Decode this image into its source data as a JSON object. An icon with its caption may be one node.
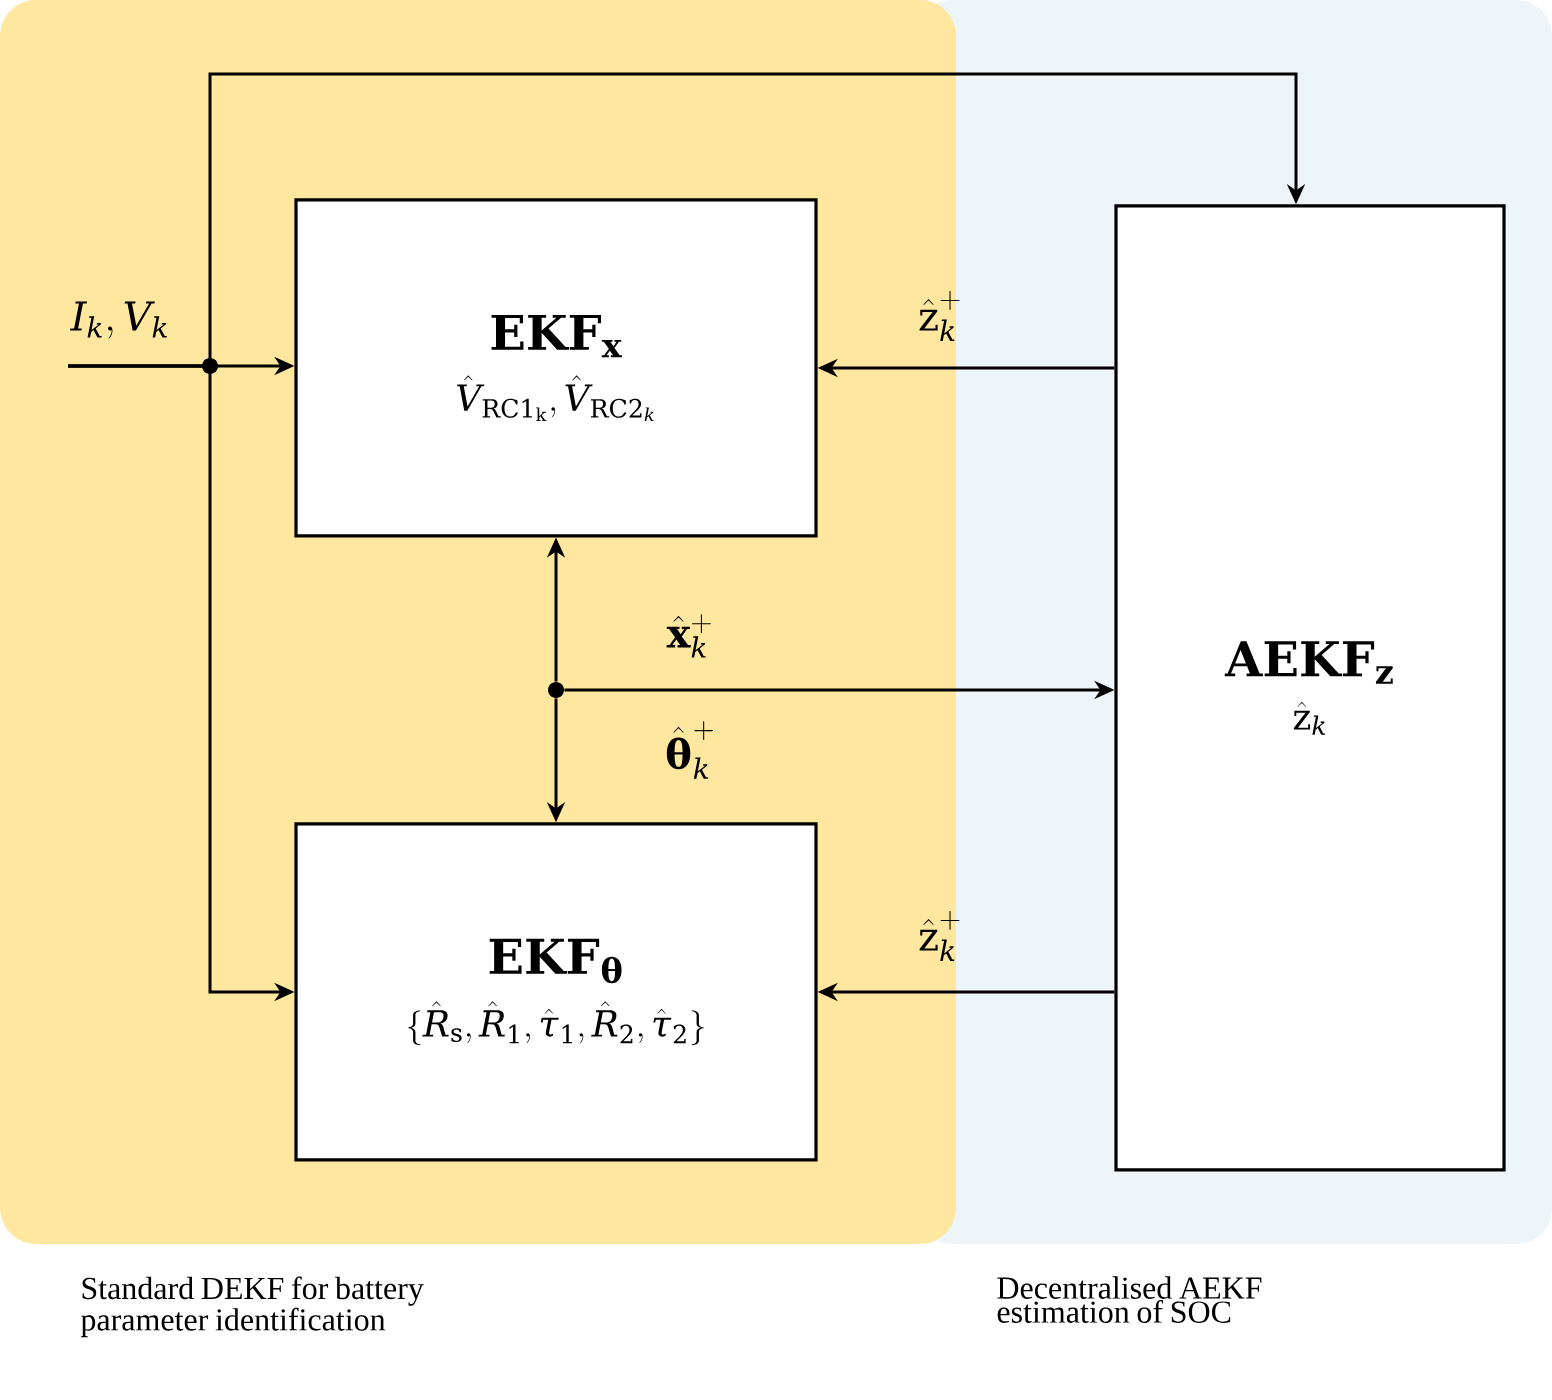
{
  "diagram": {
    "nodes": [
      {
        "text": [
          "\\mathbf{EKF}_{\\mathbf{x}}",
          "\\hat{V}_{\\mathrm{RC}1_{\\mathrm{k}}}, \\hat{V}_{\\mathrm{RC}2_{k}}"
        ]
      },
      {
        "text": [
          "\\mathbf{EKF}_{\\mathbf{\\theta}}",
          "\\{\\hat{R}_{\\mathrm{s}}, \\hat{R}_{1}, \\hat{\\tau}_{1}, \\hat{R}_{2}, \\hat{\\tau}_{2}\\}"
        ]
      },
      {
        "text": [
          "\\mathbf{AEKF}_{\\mathbf{z}}",
          "\\hat{\\mathrm{z}}_{k}"
        ]
      },
      {
        "text": [
          "I_{k}, V_{k}"
        ]
      },
      {
        "text": [],
        "shape": "circle"
      }
    ],
    "edges": [
      {
        "from": 3,
        "to": 0,
        "arrow": "to"
      },
      {
        "from": 3,
        "to": 1,
        "arrow": "to"
      },
      {
        "from": 3,
        "to": 2,
        "arrow": "to"
      },
      {
        "from": 2,
        "to": 0,
        "arrow": "to",
        "label": "\\hat{\\mathrm{z}}_{k}^{+}"
      },
      {
        "from": 4,
        "to": 0,
        "arrow": "to"
      },
      {
        "from": 4,
        "to": 1,
        "arrow": "to"
      },
      {
        "from": 4,
        "to": 2,
        "arrow": "to",
        "label": "\\hat{\\mathbf{x}}_{k}^{+}"
      },
      {
        "from": 2,
        "to": 1,
        "arrow": "to",
        "label": "\\hat{\\mathrm{z}}_{k}^{+}"
      }
    ],
    "labels": [
      "\\hat{\\mathbf{\\theta}}_{k}^{+}",
      "Standard DEKF for battery parameter identification",
      "Decentralised AEKF estimation of SOC"
    ]
  }
}
